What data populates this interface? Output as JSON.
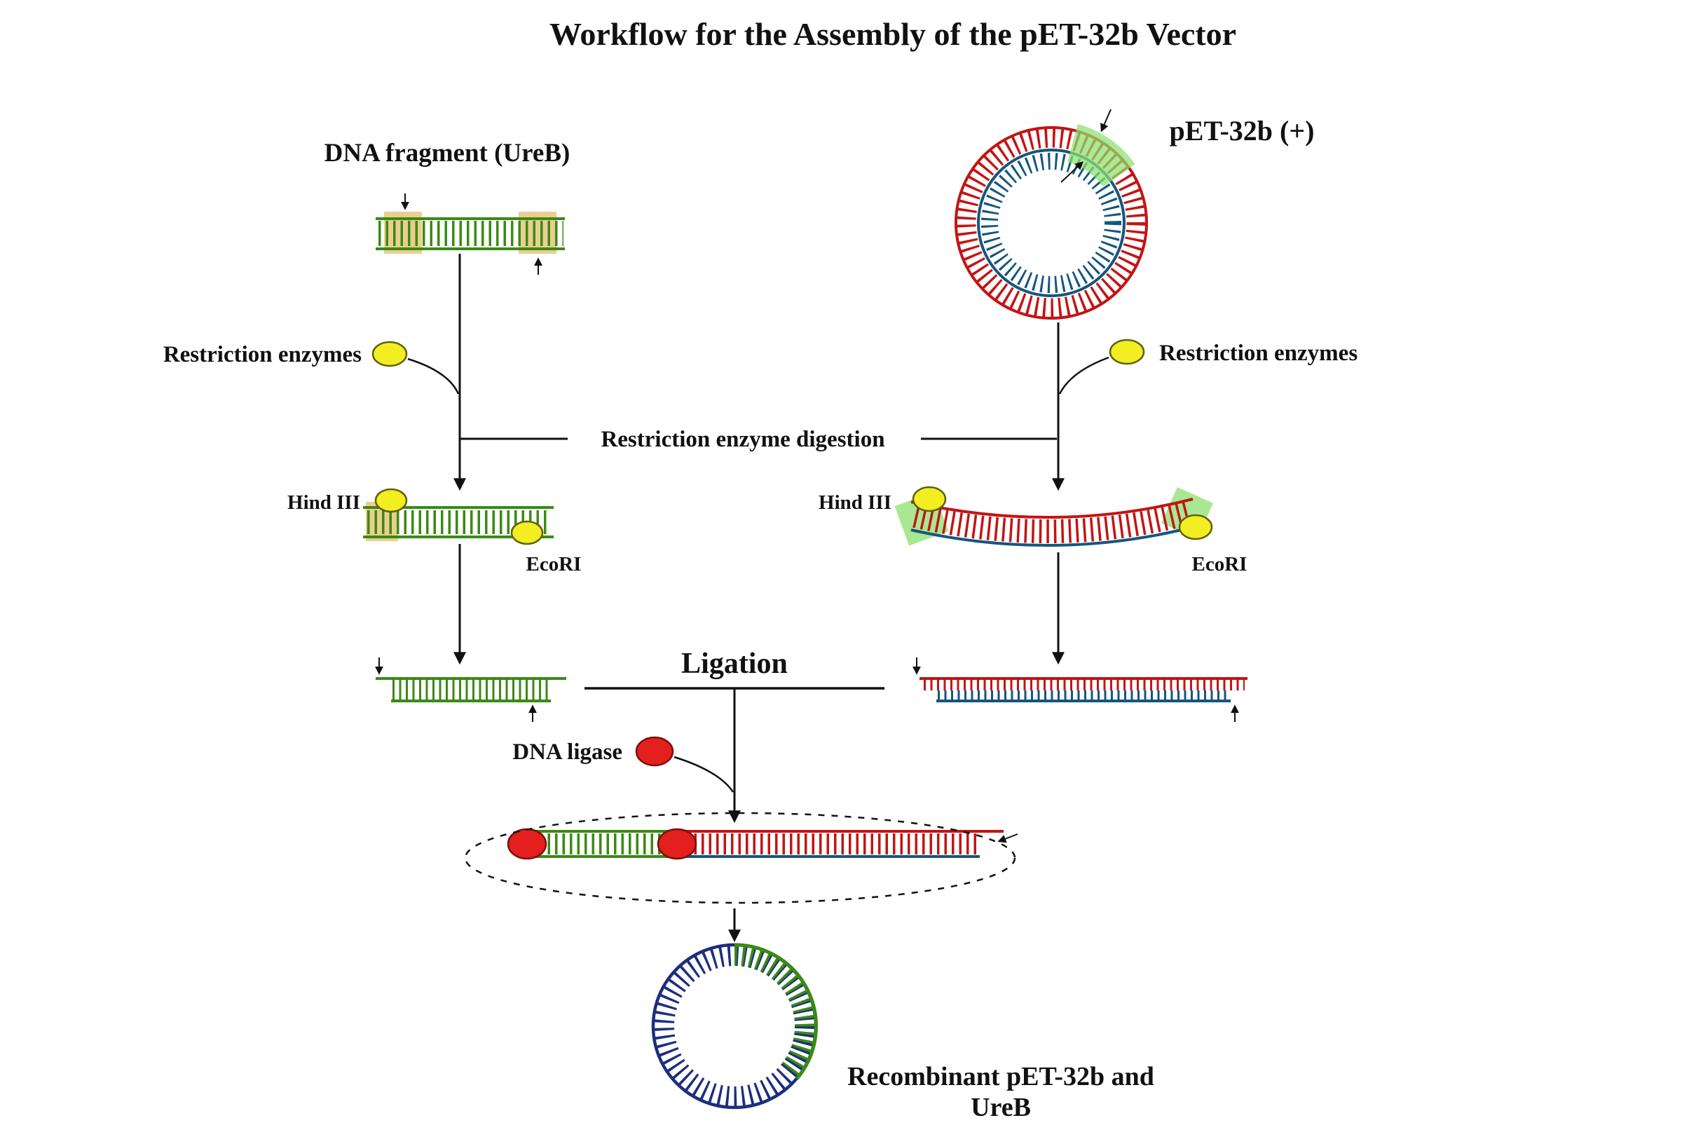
{
  "title": "Workflow for the Assembly of the pET-32b Vector",
  "left_branch": {
    "fragment_label": "DNA fragment (UreB)",
    "enzymes_label": "Restriction enzymes",
    "hind3_label": "Hind III",
    "ecori_label": "EcoRI"
  },
  "right_branch": {
    "plasmid_label": "pET-32b (+)",
    "enzymes_label": "Restriction enzymes",
    "hind3_label": "Hind III",
    "ecori_label": "EcoRI"
  },
  "steps": {
    "digestion_label": "Restriction enzyme digestion",
    "ligation_label": "Ligation",
    "ligase_label": "DNA ligase"
  },
  "result": {
    "label_line1": "Recombinant pET-32b and",
    "label_line2": "UreB"
  },
  "icons": {
    "restriction_enzyme_icon": "yellow-ellipse",
    "dna_ligase_icon": "red-ellipse",
    "flow_arrow_icon": "black-arrow",
    "cut_site_icon": "small-black-arrow"
  },
  "colors": {
    "green": "#3a8a14",
    "red": "#c31414",
    "blue": "#15567d",
    "navy": "#1c2e7d",
    "yellow": "#f2ee22",
    "tan": "#e3bd6a",
    "lightgreen": "#8ce06e",
    "ligasered": "#e3201d",
    "line": "#111111"
  }
}
